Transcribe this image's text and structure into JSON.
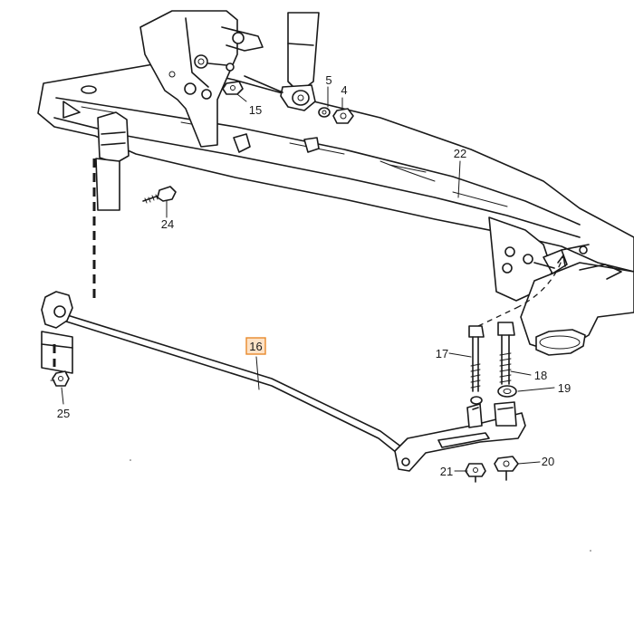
{
  "diagram": {
    "callouts": [
      {
        "id": "4",
        "label": "4"
      },
      {
        "id": "5",
        "label": "5"
      },
      {
        "id": "15",
        "label": "15"
      },
      {
        "id": "16",
        "label": "16",
        "highlighted": true
      },
      {
        "id": "17",
        "label": "17"
      },
      {
        "id": "18",
        "label": "18"
      },
      {
        "id": "19",
        "label": "19"
      },
      {
        "id": "20",
        "label": "20"
      },
      {
        "id": "21",
        "label": "21"
      },
      {
        "id": "22",
        "label": "22"
      },
      {
        "id": "24",
        "label": "24"
      },
      {
        "id": "25",
        "label": "25"
      }
    ],
    "colors": {
      "line": "#1a1a1a",
      "background": "#ffffff",
      "highlight_fill": "#fde2c6",
      "highlight_border": "#e8892b"
    }
  }
}
